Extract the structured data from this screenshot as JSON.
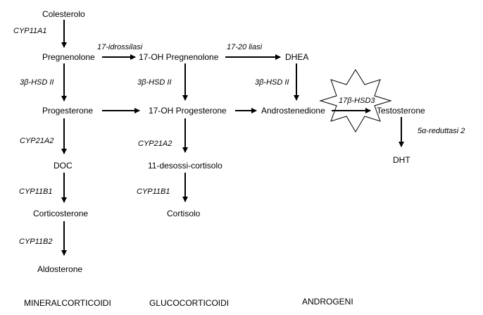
{
  "compounds": {
    "colesterolo": "Colesterolo",
    "pregnenolone": "Pregnenolone",
    "oh17_pregnenolone": "17-OH Pregnenolone",
    "dhea": "DHEA",
    "progesterone": "Progesterone",
    "oh17_progesterone": "17-OH Progesterone",
    "androstenedione": "Androstenedione",
    "testosterone": "Testosterone",
    "doc": "DOC",
    "desossi_cortisolo": "11-desossi-cortisolo",
    "dht": "DHT",
    "corticosterone": "Corticosterone",
    "cortisolo": "Cortisolo",
    "aldosterone": "Aldosterone"
  },
  "enzymes": {
    "cyp11a1": "CYP11A1",
    "idrossilasi": "17-idrossilasi",
    "liasi": "17-20 liasi",
    "hsd_1": "3β-HSD II",
    "hsd_2": "3β-HSD II",
    "hsd_3": "3β-HSD II",
    "hsd3_17b": "17β-HSD3",
    "reduttasi": "5α-reduttasi 2",
    "cyp21a2_1": "CYP21A2",
    "cyp21a2_2": "CYP21A2",
    "cyp11b1_1": "CYP11B1",
    "cyp11b1_2": "CYP11B1",
    "cyp11b2": "CYP11B2"
  },
  "categories": {
    "mineral": "MINERALCORTICOIDI",
    "gluco": "GLUCOCORTICOIDI",
    "andro": "ANDROGENI"
  }
}
